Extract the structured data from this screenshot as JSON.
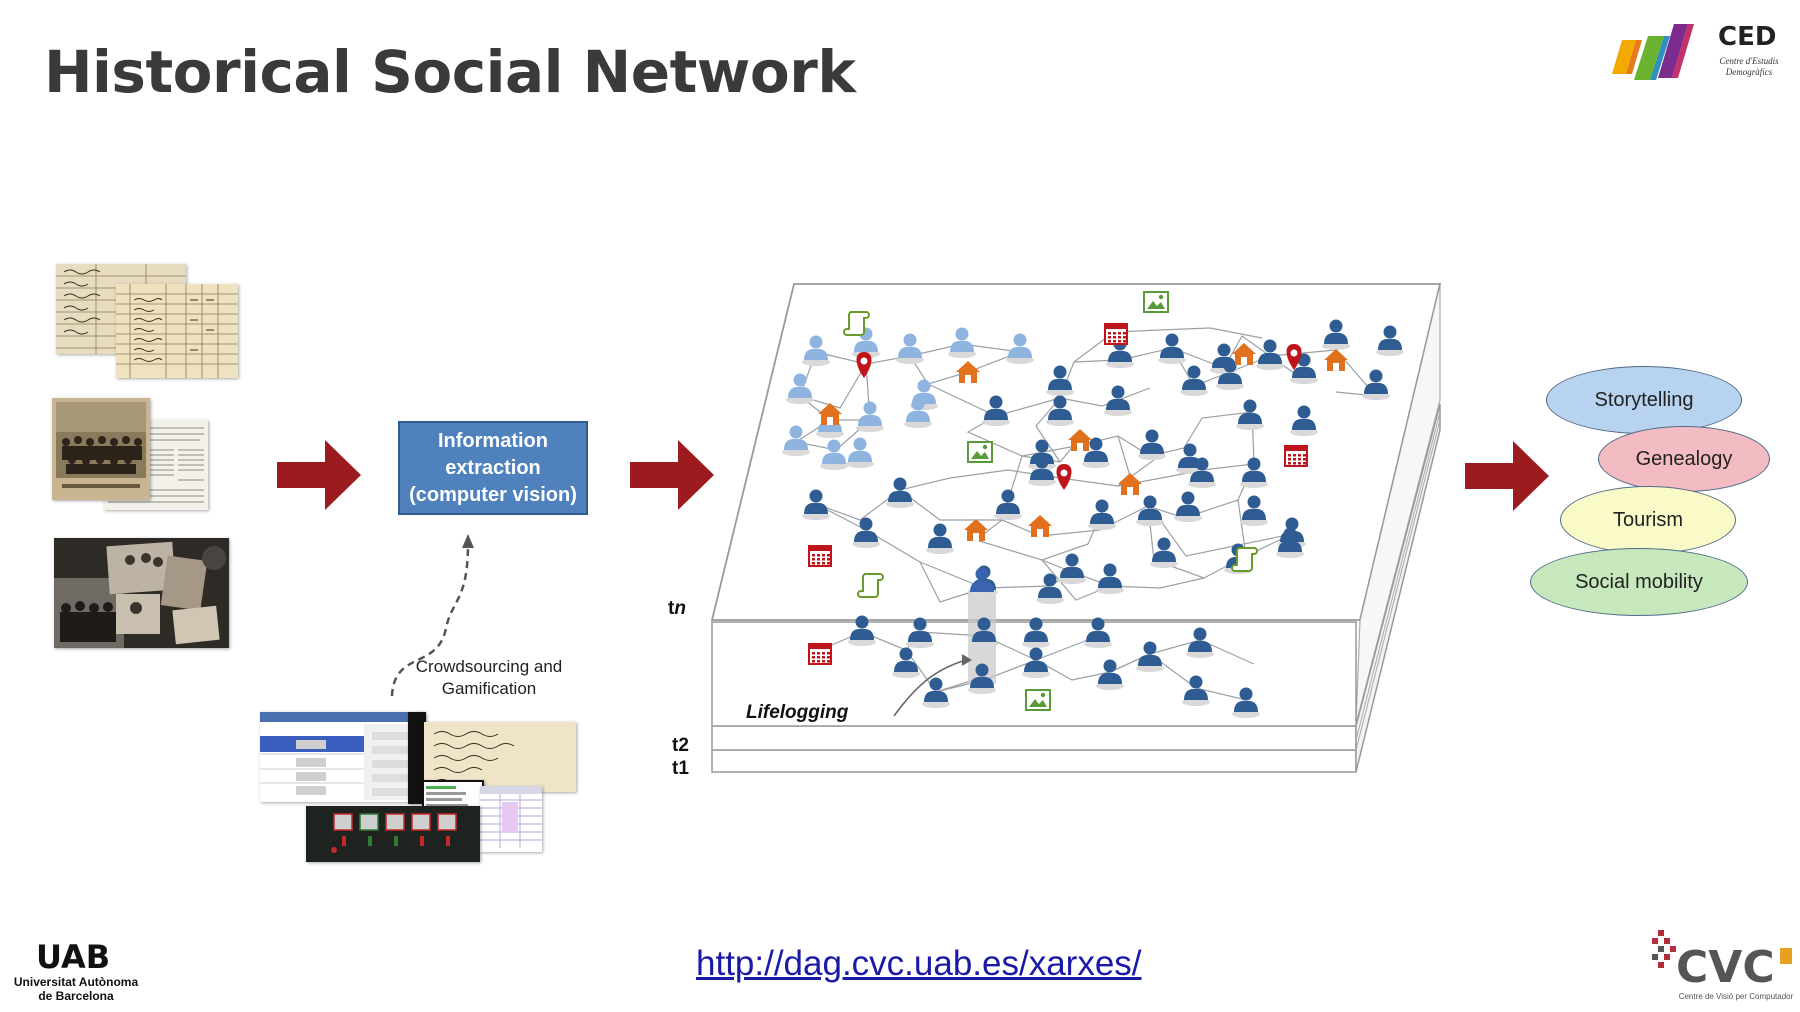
{
  "title": "Historical Social Network",
  "logos": {
    "ced_abbr": "CED",
    "ced_full": "Centre d'Estudis Demogràfics",
    "uab_abbr": "UAB",
    "uab_name": "Universitat Autònoma de Barcelona",
    "cvc_abbr": "CVC",
    "cvc_sub": "Centre de Visió per Computador"
  },
  "process": {
    "extraction_box": "Information\nextraction\n(computer vision)",
    "crowdsourcing": "Crowdsourcing and\nGamification"
  },
  "network": {
    "layer_top": "tn",
    "layer_2": "t2",
    "layer_1": "t1",
    "lifelogging": "Lifelogging"
  },
  "applications": [
    {
      "label": "Storytelling",
      "color": "#b8d3f0"
    },
    {
      "label": "Genealogy",
      "color": "#f2bcc2"
    },
    {
      "label": "Tourism",
      "color": "#fafac8"
    },
    {
      "label": "Social mobility",
      "color": "#c6e8bc"
    }
  ],
  "url": "http://dag.cvc.uab.es/xarxes/",
  "colors": {
    "arrow": "#9b1b1f",
    "box": "#4f81bd",
    "person_dark": "#2f5d93",
    "person_light": "#8fb4df",
    "home": "#e2711d",
    "pin": "#c0141b",
    "calendar": "#c0141b",
    "image": "#5a9a3a",
    "scroll": "#6a9a2a"
  }
}
